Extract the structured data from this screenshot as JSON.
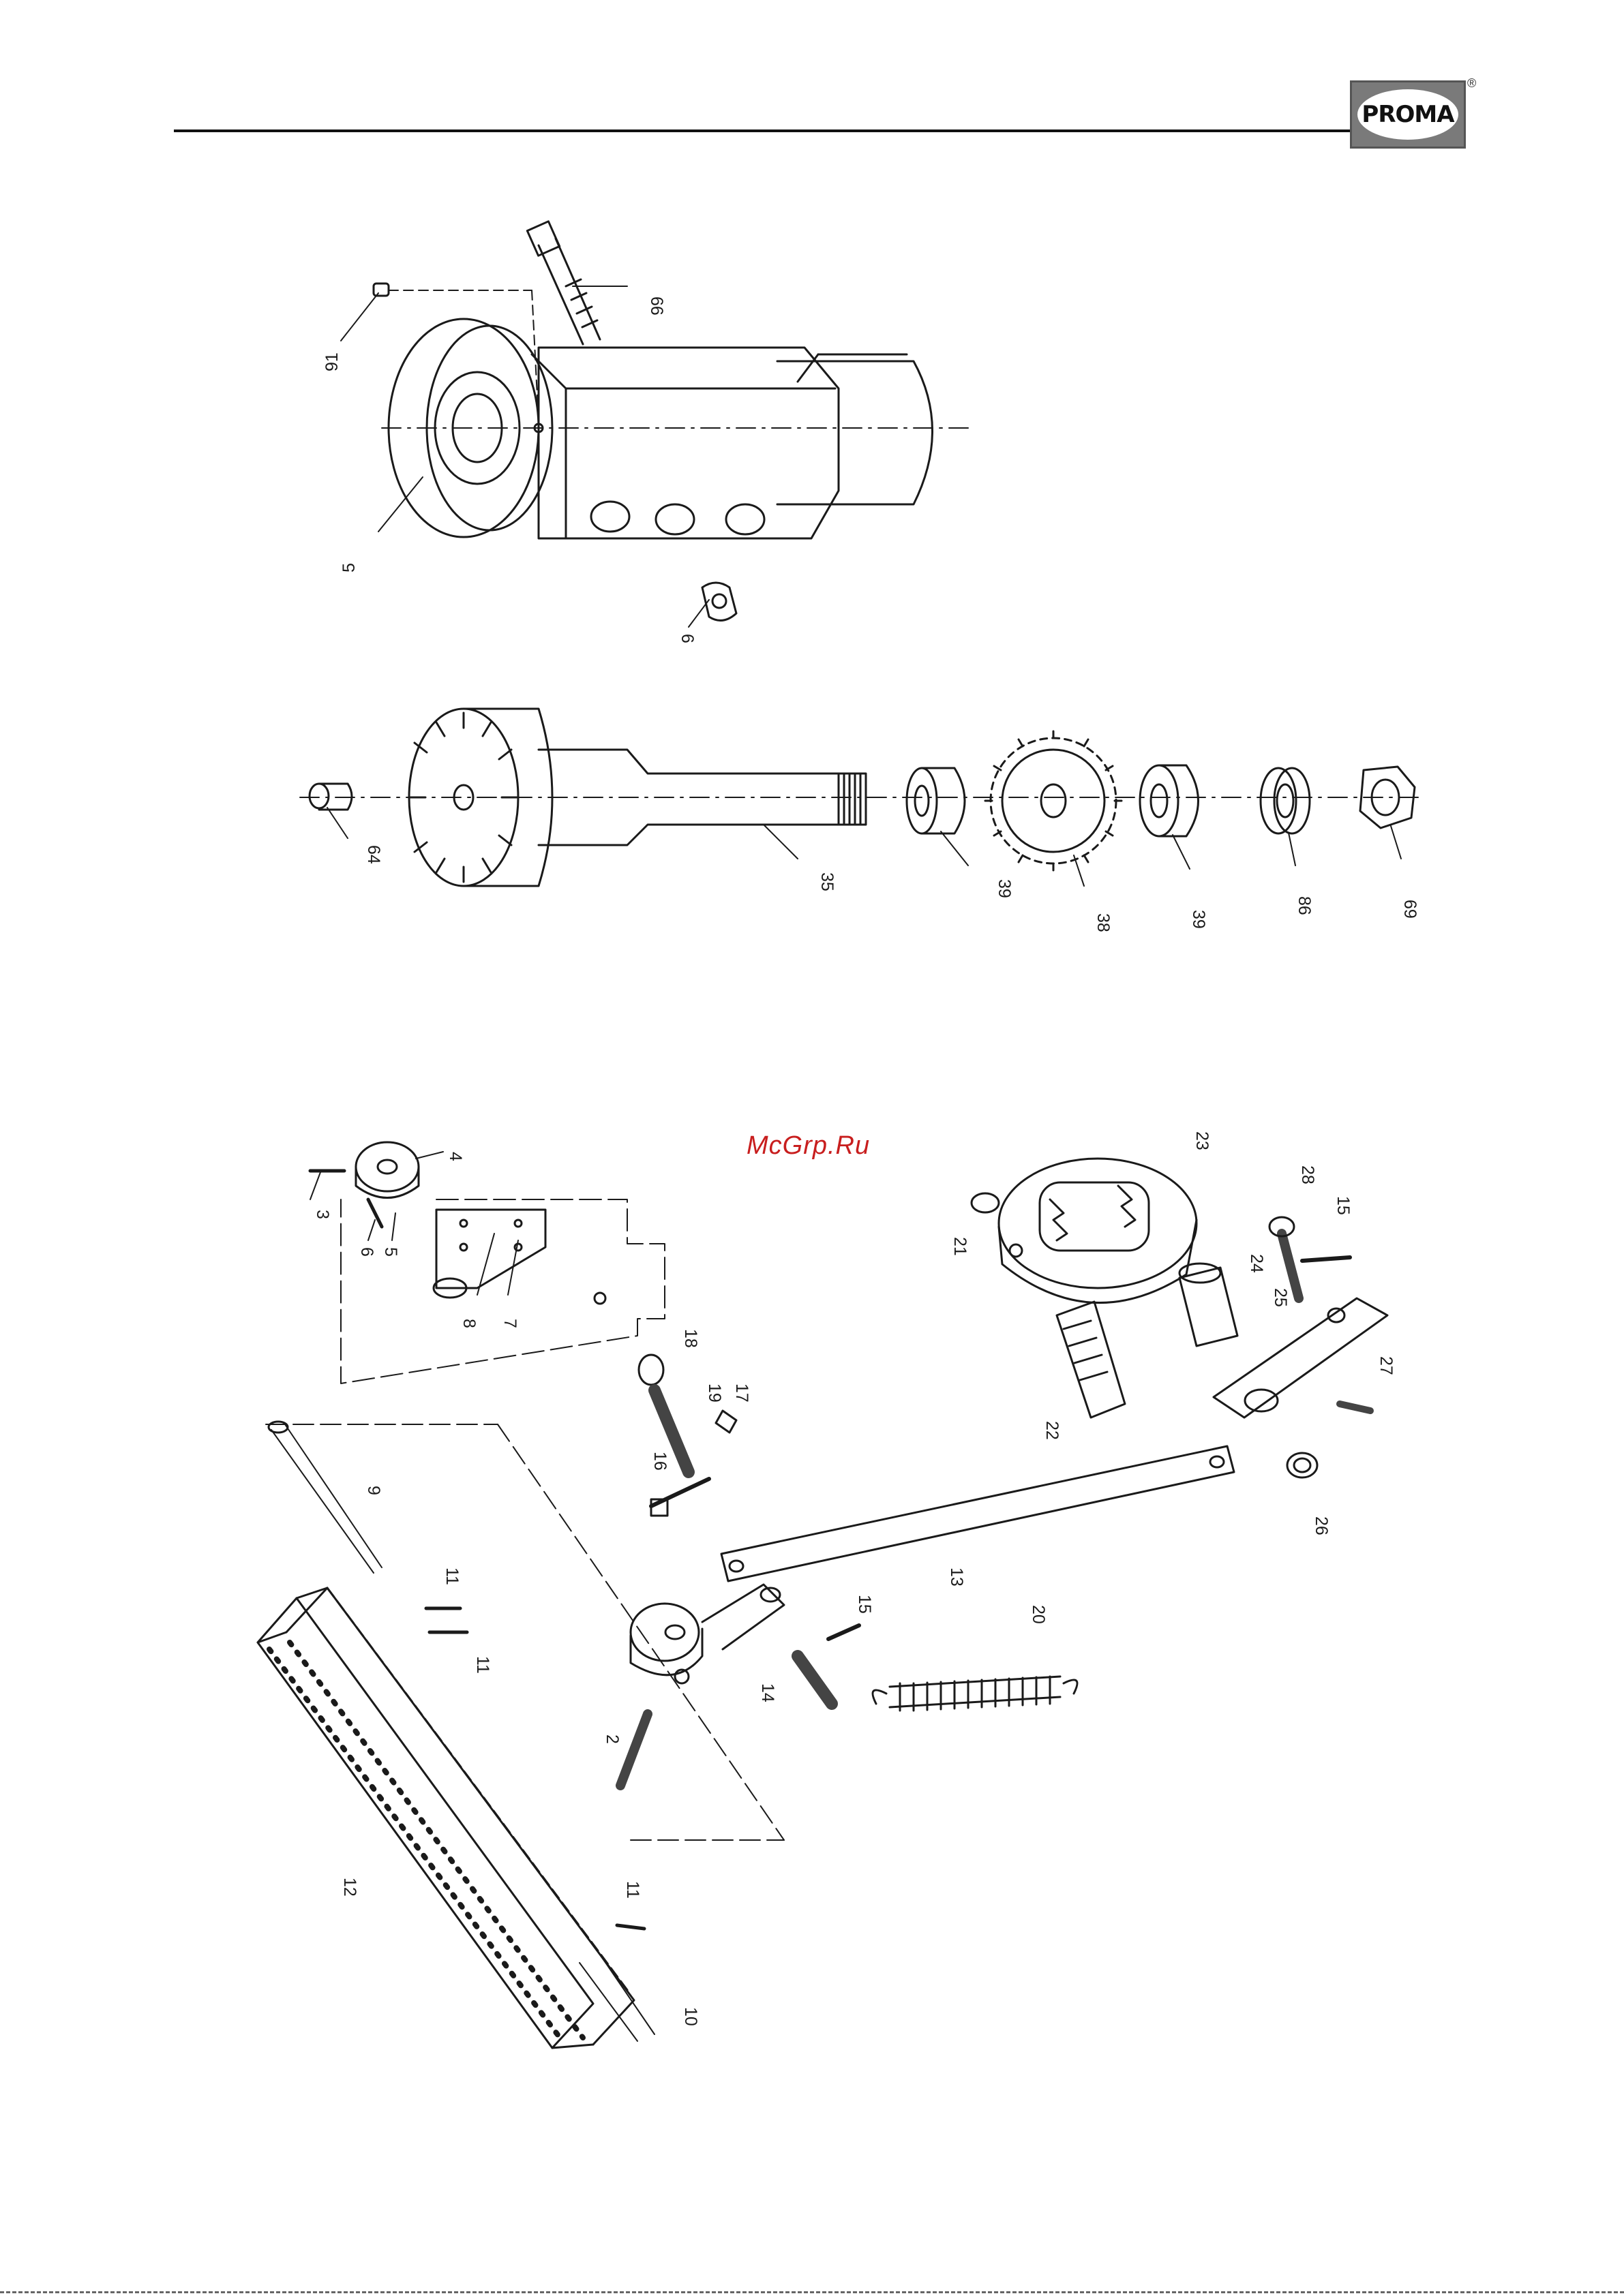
{
  "logo": {
    "text": "PROMA",
    "registered": "®"
  },
  "watermark": "McGrp.Ru",
  "labels": {
    "top": [
      "91",
      "66",
      "5",
      "6"
    ],
    "middle": [
      "64",
      "35",
      "39",
      "38",
      "39",
      "86",
      "69"
    ],
    "bottom": [
      "3",
      "4",
      "6",
      "5",
      "8",
      "7",
      "18",
      "19",
      "17",
      "16",
      "9",
      "11",
      "11",
      "2",
      "12",
      "11",
      "10",
      "14",
      "15",
      "13",
      "20",
      "21",
      "23",
      "28",
      "15",
      "24",
      "25",
      "22",
      "27",
      "26"
    ]
  }
}
